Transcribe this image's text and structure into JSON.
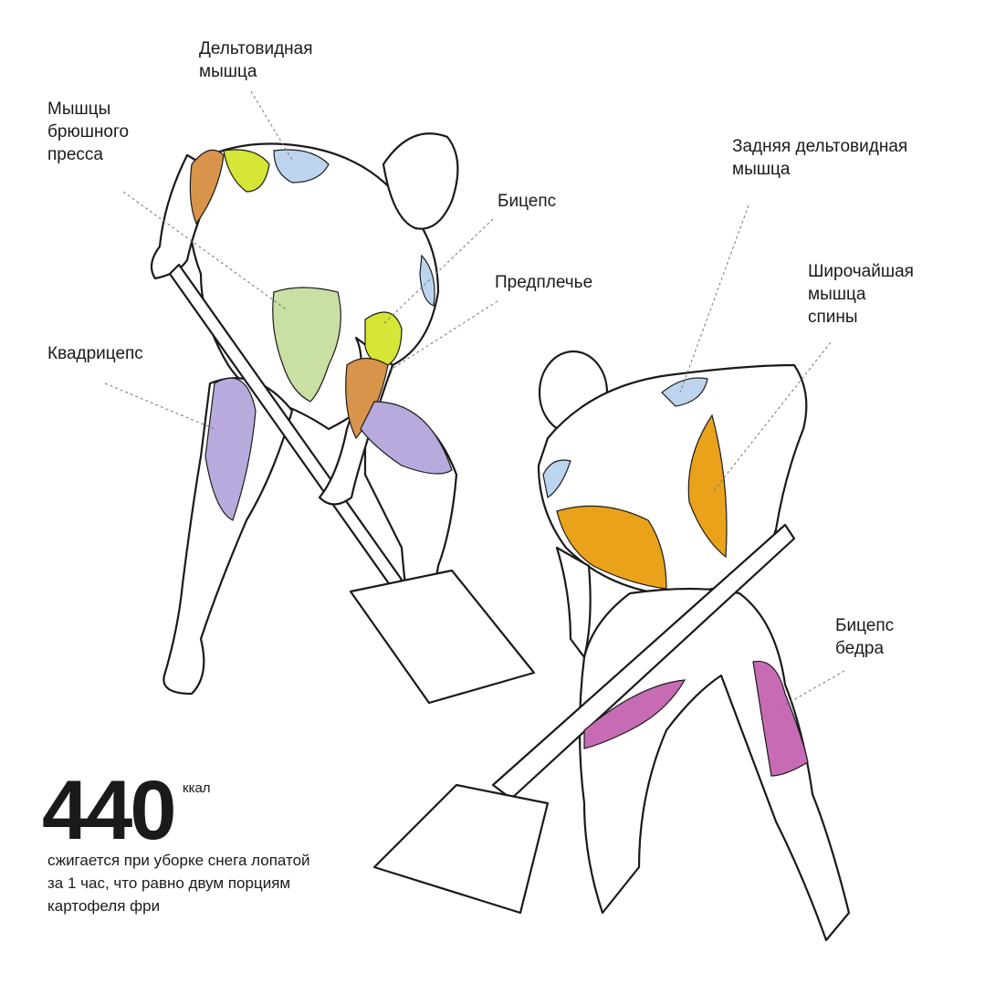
{
  "labels": {
    "deltoid": "Дельтовидная\nмышца",
    "abs": "Мышцы\nбрюшного\nпресса",
    "biceps": "Бицепс",
    "forearm": "Предплечье",
    "quadriceps": "Квадрицепс",
    "rear_deltoid": "Задняя дельтовидная\nмышца",
    "lats": "Широчайшая\nмышца\nспины",
    "hamstring": "Бицепс\nбедра"
  },
  "stat": {
    "value": "440",
    "unit": "ккал",
    "description": "сжигается при уборке снега лопатой\nза 1 час, что равно двум порциям\nкартофеля фри"
  },
  "colors": {
    "deltoid": "#bcd4ee",
    "abs": "#c9dfa3",
    "biceps": "#d6e636",
    "forearm": "#d8944a",
    "quadriceps": "#b9aadd",
    "lats": "#eaa21a",
    "hamstring": "#c76bb4",
    "outline": "#1a1a1a"
  }
}
